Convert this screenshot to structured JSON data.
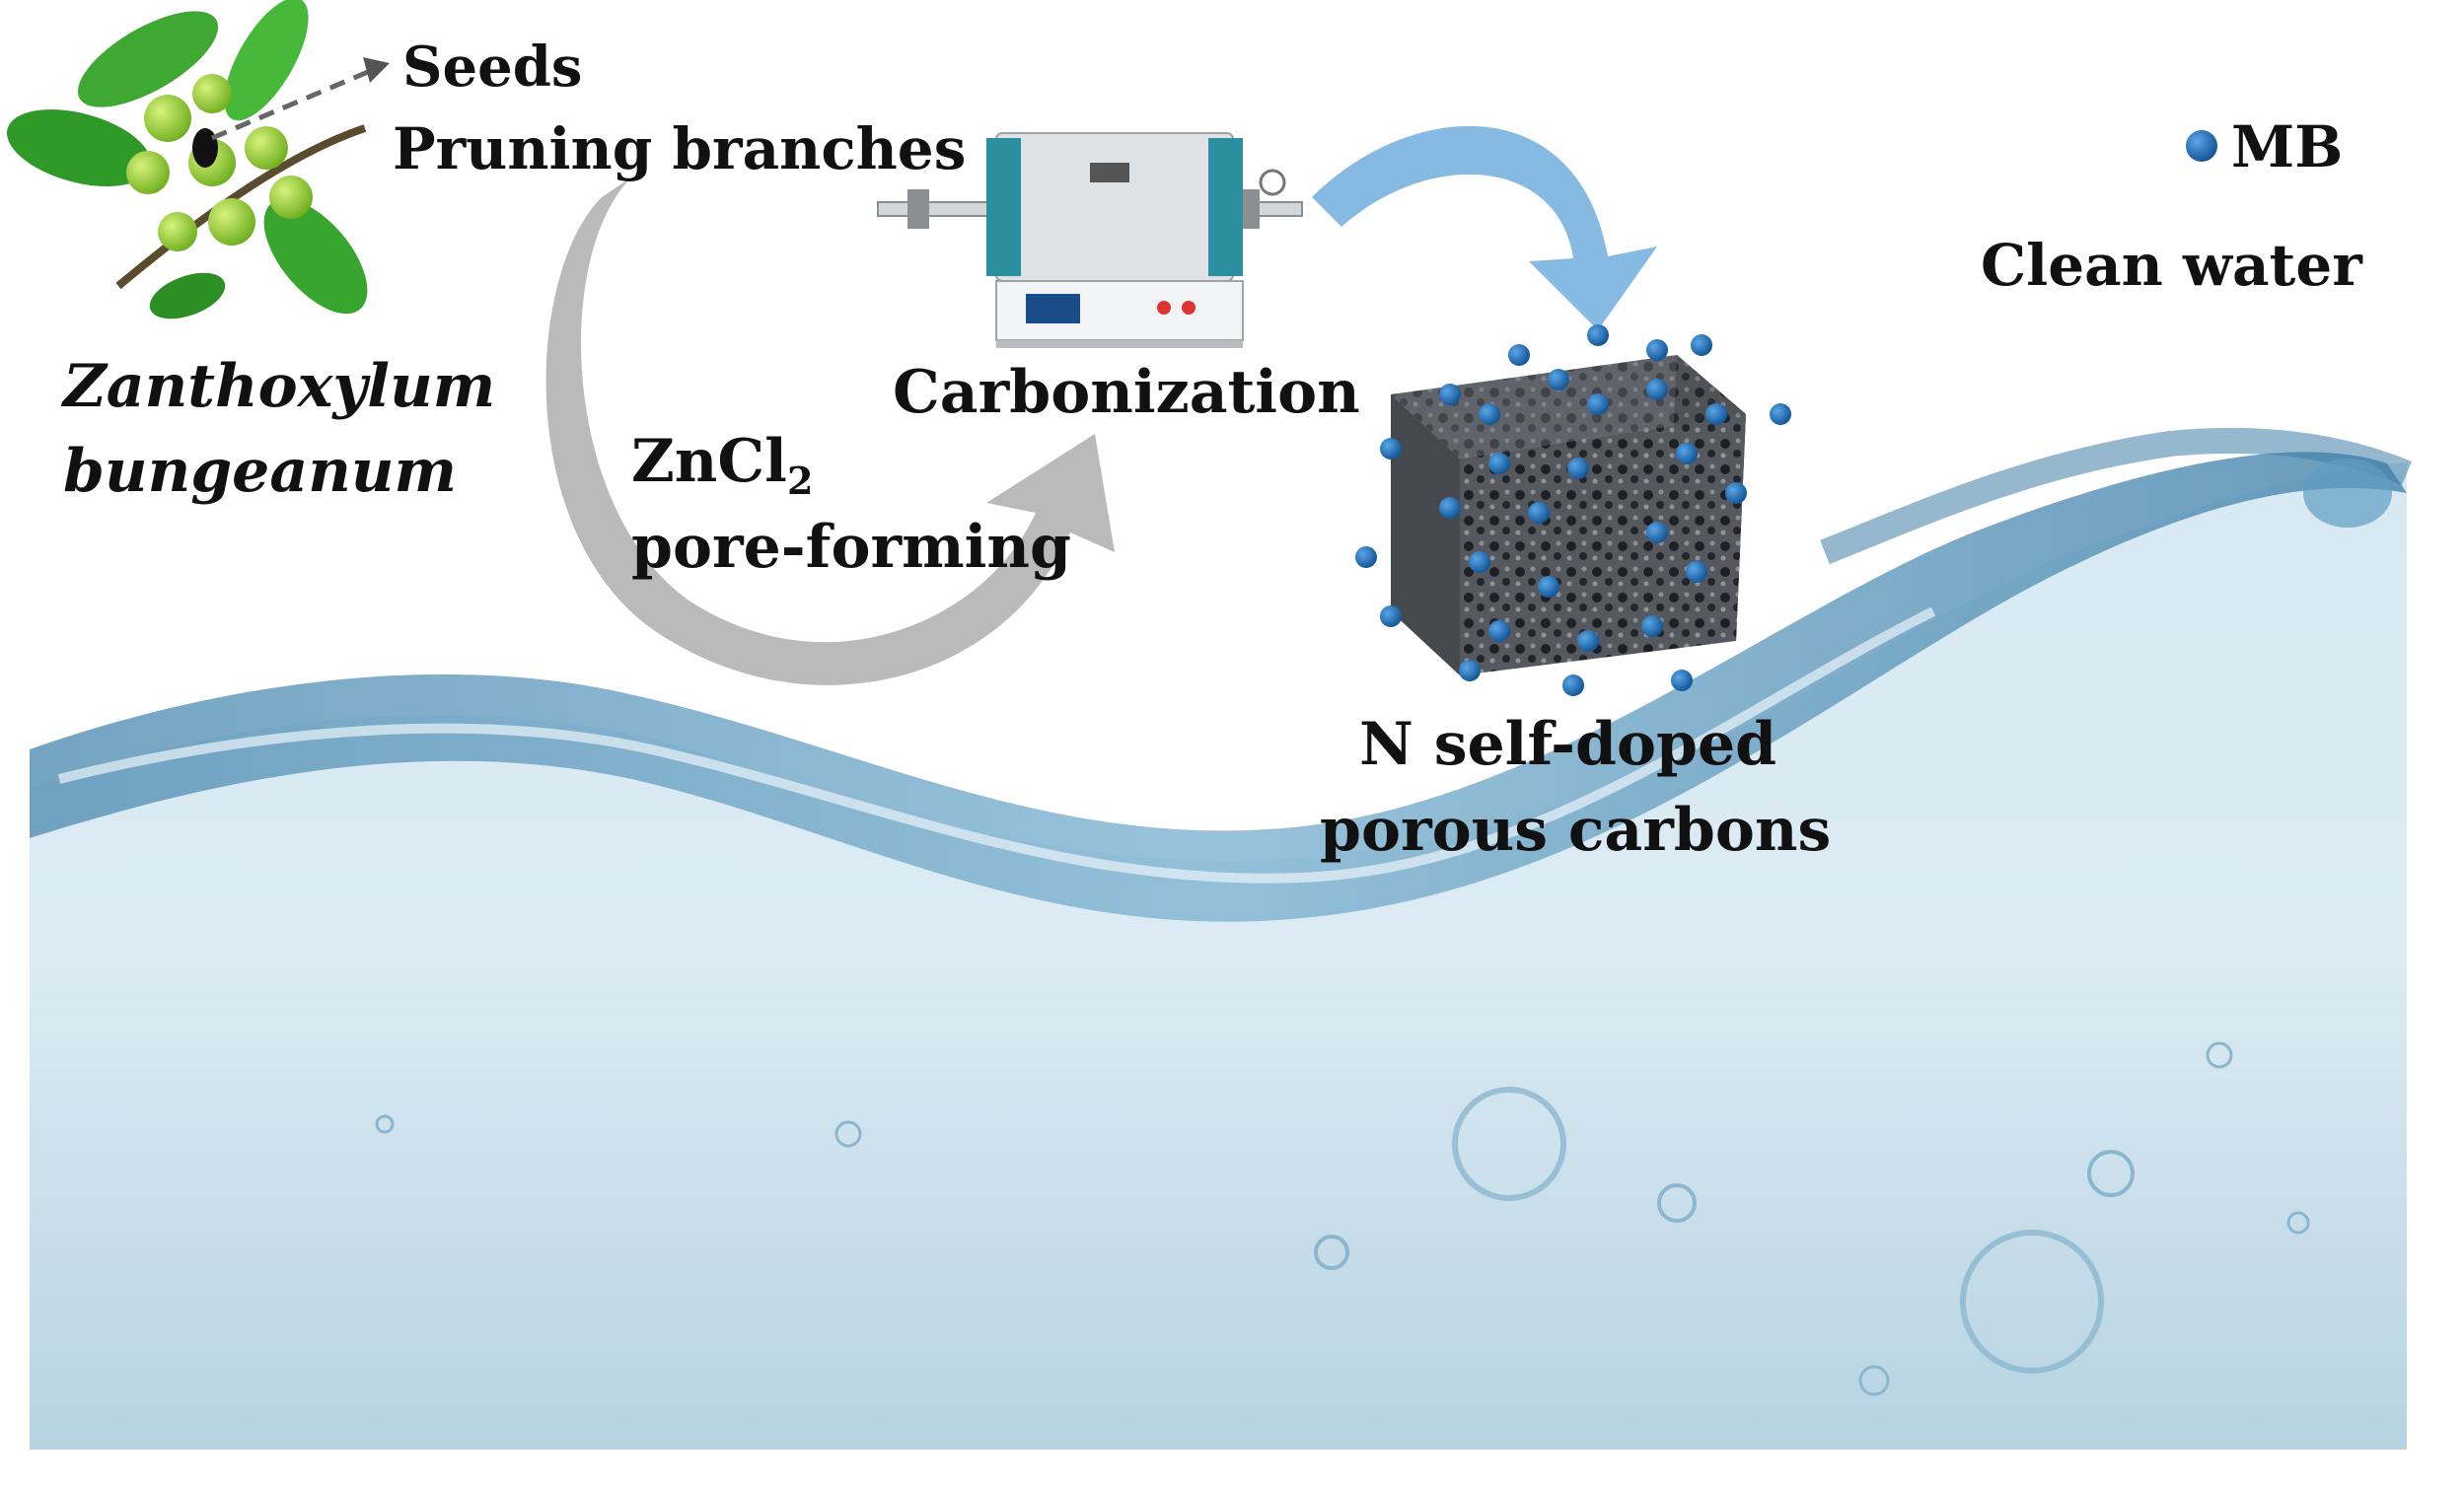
{
  "labels": {
    "seeds": "Seeds",
    "pruning": "Pruning branches",
    "species_line1": "Zanthoxylum",
    "species_line2": "bungeanum",
    "reagent_main": "ZnCl",
    "reagent_sub": "2",
    "pore_forming": "pore-forming",
    "carbonization": "Carbonization",
    "product_line1": "N self-doped",
    "product_line2": "porous carbons",
    "legend_mb": "MB",
    "clean_water": "Clean water"
  },
  "colors": {
    "mb_dot": "#1e6fb5",
    "arrow_gray": "#b4b4b4",
    "arrow_blue": "#7fb6e0",
    "water": "#cfe3ee",
    "wave": "#6fa7c8",
    "carbon": "#4a4d52",
    "leaf": "#3fa832",
    "seed": "#9cd43a"
  },
  "icons": [
    "plant-icon",
    "tube-furnace-icon",
    "porous-carbon-cube-icon",
    "water-wave-illustration",
    "mb-dot-icon"
  ]
}
